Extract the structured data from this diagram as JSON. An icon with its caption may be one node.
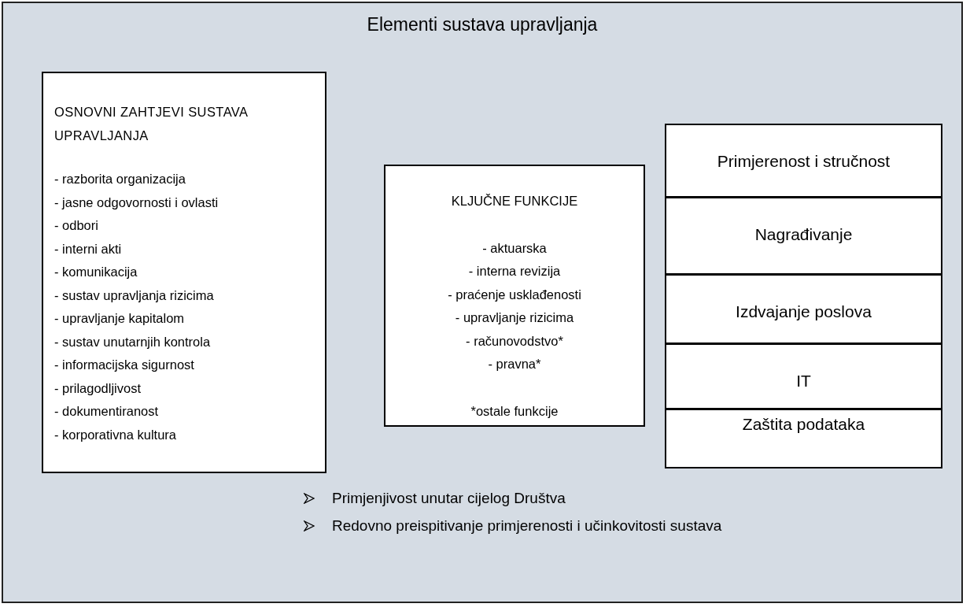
{
  "diagram": {
    "nodes": [
      {
        "text": [
          "Elementi sustava upravljanja"
        ]
      },
      {
        "text": [
          "OSNOVNI ZAHTJEVI SUSTAVA UPRAVLJANJA",
          "- razborita organizacija",
          "- jasne odgovornosti i ovlasti",
          "- odbori",
          "- interni akti",
          "- komunikacija",
          "- sustav upravljanja rizicima",
          "- upravljanje kapitalom",
          "- sustav unutarnjih kontrola",
          "- informacijska sigurnost",
          "- prilagodljivost",
          "- dokumentiranost",
          "- korporativna kultura"
        ],
        "in": 0
      },
      {
        "text": [
          "KLJUČNE FUNKCIJE",
          "- aktuarska",
          "- interna revizija",
          "- praćenje usklađenosti",
          "- upravljanje rizicima",
          "- računovodstvo*",
          "- pravna*",
          "*ostale funkcije"
        ],
        "in": 0
      },
      {
        "text": [
          "Primjerenost i stručnost"
        ],
        "in": 0
      },
      {
        "text": [
          "Nagrađivanje"
        ],
        "in": 0
      },
      {
        "text": [
          "Izdvajanje poslova"
        ],
        "in": 0
      },
      {
        "text": [
          "IT"
        ],
        "in": 0
      },
      {
        "text": [
          "Zaštita podataka"
        ],
        "in": 0
      }
    ],
    "labels": [
      "Primjenjivost unutar cijelog Društva",
      "Redovno preispitivanje primjerenosti i učinkovitosti sustava"
    ]
  }
}
